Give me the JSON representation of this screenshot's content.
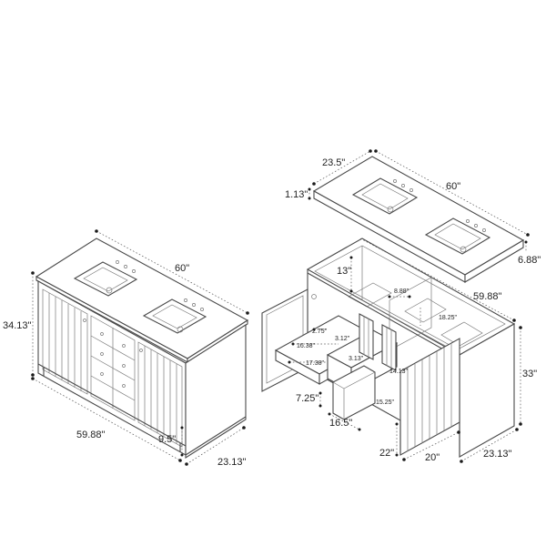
{
  "left_view": {
    "width": "60\"",
    "height": "34.13\"",
    "front_width": "59.88\"",
    "depth": "23.13\"",
    "toe_kick": "9.5\""
  },
  "top_view": {
    "depth": "23.5\"",
    "width": "60\"",
    "thickness": "1.13\"",
    "overhang": "6.88\""
  },
  "right_view": {
    "interior_depth": "13\"",
    "inner_width": "8.88\"",
    "cabinet_width": "59.88\"",
    "drawer_h": "18.25\"",
    "small_a": "2.75\"",
    "small_b": "16.38\"",
    "small_c": "3.12\"",
    "small_d": "17.38\"",
    "small_e": "3.13\"",
    "small_f": "14.13\"",
    "small_g": "15.25\"",
    "bottom_drawer_h": "7.25\"",
    "drawer_w": "16.5\"",
    "height": "33\"",
    "side_depth": "22\"",
    "door_w": "20\"",
    "depth": "23.13\""
  }
}
